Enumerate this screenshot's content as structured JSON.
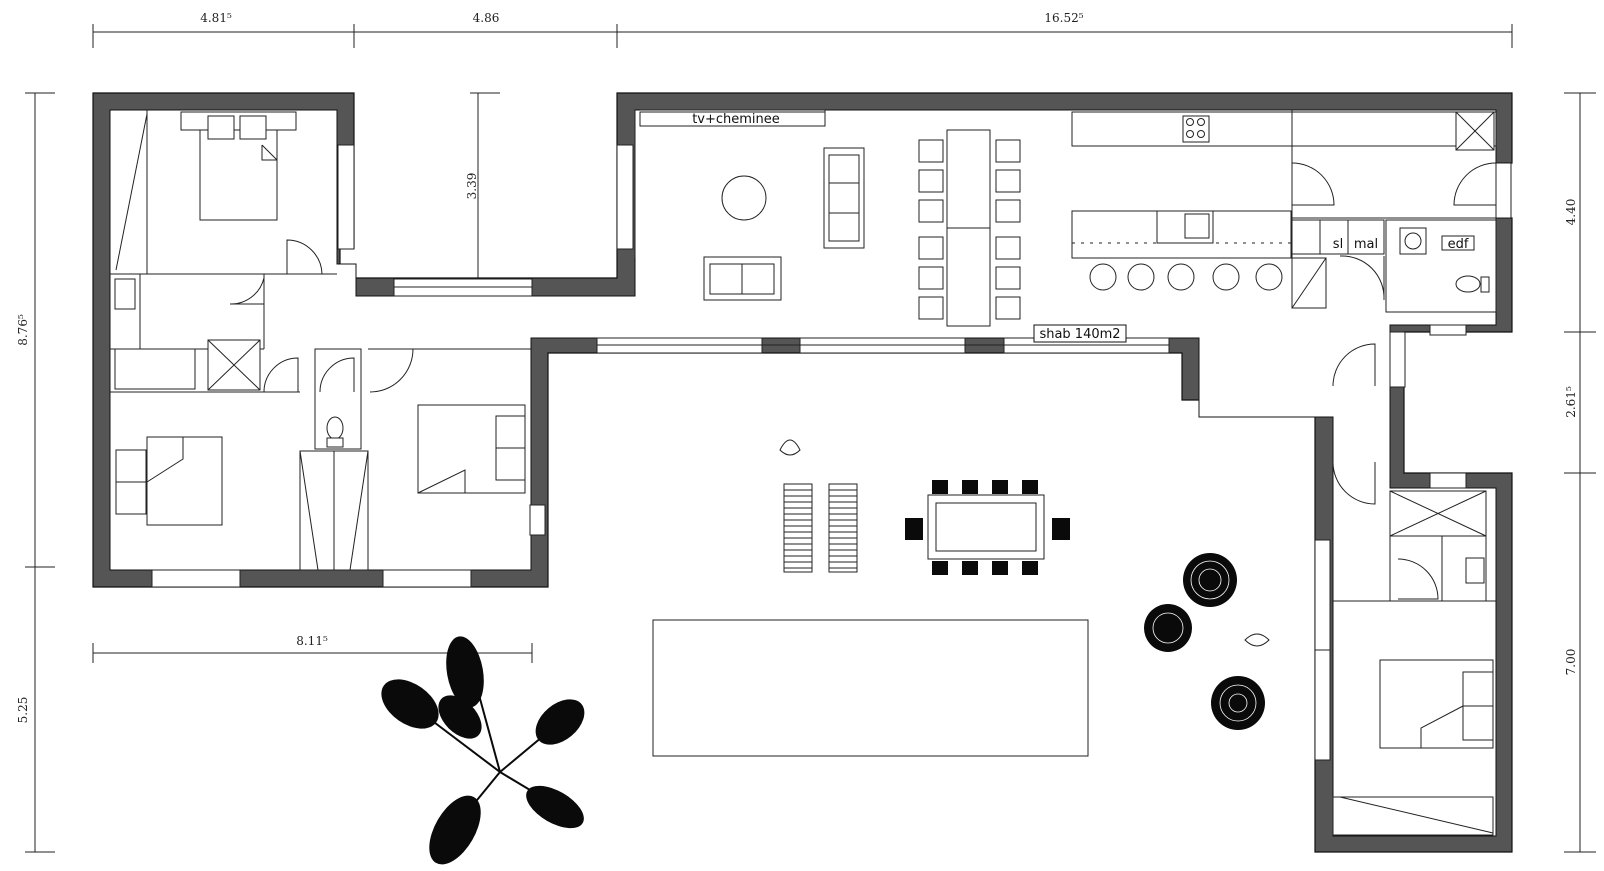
{
  "dimensions": {
    "top_left": "4.81⁵",
    "top_mid": "4.86",
    "top_right": "16.52⁵",
    "courtyard_depth": "3.39",
    "left_total": "8.76⁵",
    "left_lower": "5.25",
    "right_upper": "4.40",
    "right_mid": "2.61⁵",
    "right_lower": "7.00",
    "bottom_wing": "8.11⁵"
  },
  "labels": {
    "tv": "tv+cheminee",
    "area": "shab 140m2",
    "sl": "sl",
    "mal": "mal",
    "edf": "edf"
  },
  "colors": {
    "wall": "#555555",
    "line": "#222222",
    "vegetation": "#0a0a0a"
  }
}
